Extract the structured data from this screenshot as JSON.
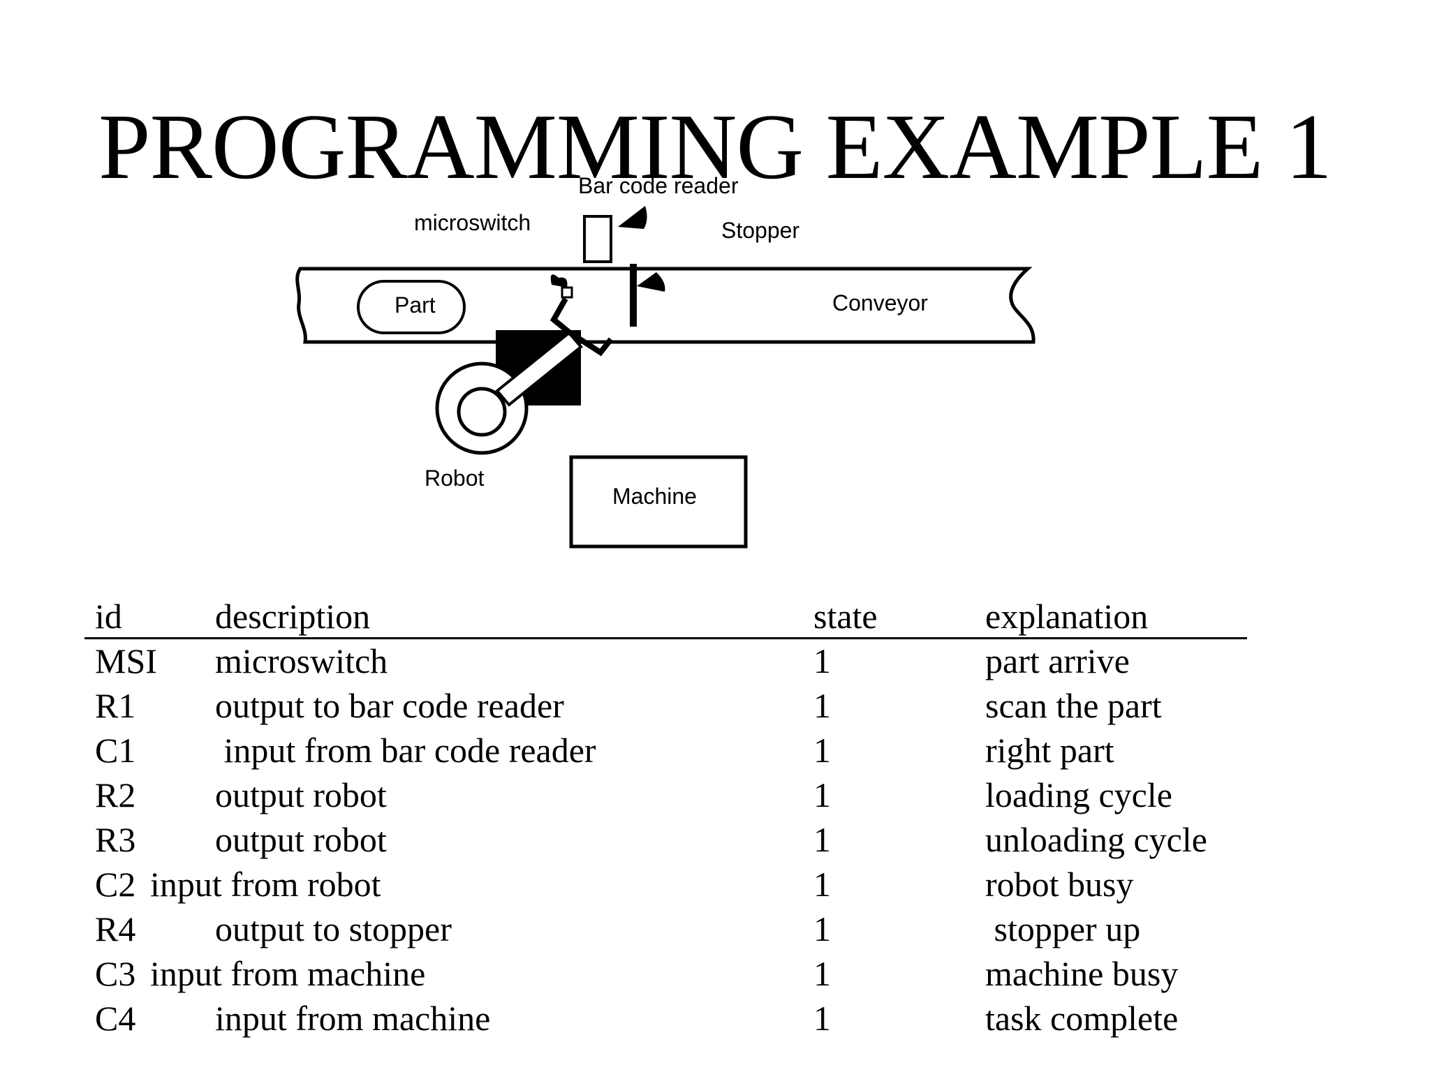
{
  "slide": {
    "title": "PROGRAMMING EXAMPLE 1"
  },
  "diagram": {
    "labels": {
      "bar_code_reader": "Bar code reader",
      "microswitch": "microswitch",
      "stopper": "Stopper",
      "part": "Part",
      "conveyor": "Conveyor",
      "robot": "Robot",
      "machine": "Machine"
    }
  },
  "table": {
    "headers": {
      "id": "id",
      "description": "description",
      "state": "state",
      "explanation": "explanation"
    },
    "rows": [
      {
        "id": "MSI",
        "description": "microswitch",
        "state": "1",
        "explanation": "part arrive"
      },
      {
        "id": "R1",
        "description": "output to bar code reader",
        "state": "1",
        "explanation": "scan the part"
      },
      {
        "id": "C1",
        "description": " input from bar code reader",
        "state": "1",
        "explanation": "right part"
      },
      {
        "id": "R2",
        "description": "output robot",
        "state": "1",
        "explanation": "loading cycle"
      },
      {
        "id": "R3",
        "description": "output robot",
        "state": "1",
        "explanation": "unloading cycle"
      },
      {
        "id": "C2",
        "description": "input from robot",
        "state": "1",
        "explanation": "robot busy"
      },
      {
        "id": "R4",
        "description": "output to stopper",
        "state": "1",
        "explanation": " stopper up"
      },
      {
        "id": "C3",
        "description": "input from machine",
        "state": "1",
        "explanation": "machine busy"
      },
      {
        "id": "C4",
        "description": "input from machine",
        "state": "1",
        "explanation": "task complete"
      }
    ]
  }
}
